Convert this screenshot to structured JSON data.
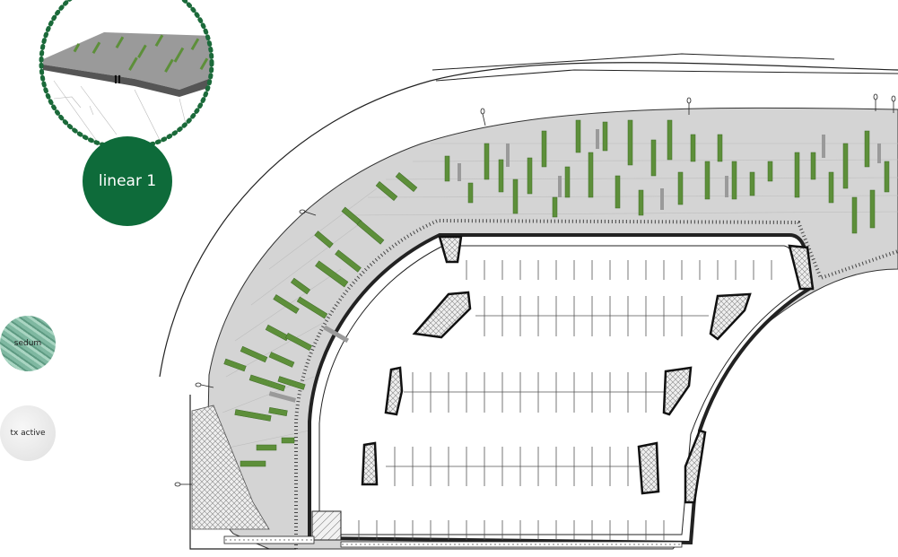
{
  "zone_badge": {
    "label": "linear 1",
    "color": "#0e6b3a"
  },
  "legend": [
    {
      "label": "sedum",
      "color": "#7fb8a1"
    },
    {
      "label": "tx active",
      "color": "#e6e6e6"
    }
  ],
  "colors": {
    "paving": "#d3d3d3",
    "planting": "#5d8f3a",
    "linework": "#333333",
    "dotted_ring": "#1b6a3a"
  },
  "icons": [
    "person-figure-icon",
    "light-pole-icon"
  ]
}
